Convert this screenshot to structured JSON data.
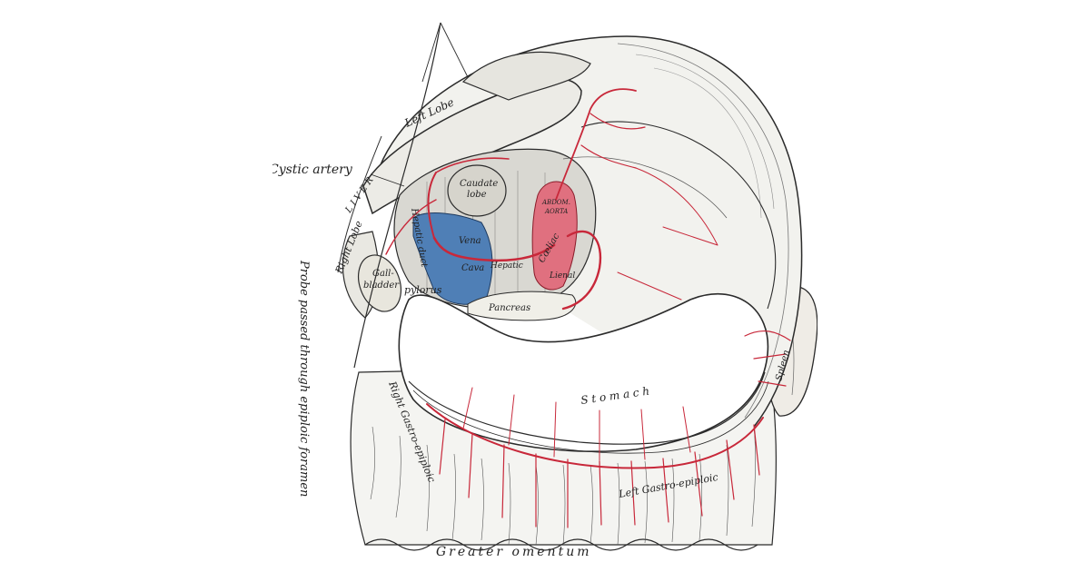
{
  "colors": {
    "ink": "#2b2b2b",
    "artery": "#c8283a",
    "aorta": "#e0707f",
    "vena_cava": "#4f7fb6",
    "background": "#ffffff"
  },
  "labels": {
    "cystic_artery": "Cystic artery",
    "left_lobe": "Left Lobe",
    "liver": "L I V E R",
    "right_lobe": "Right Lobe",
    "hepatic_duct": "Hepatic duct",
    "caudate_lobe_line1": "Caudate",
    "caudate_lobe_line2": "lobe",
    "vena_cava_line1": "Vena",
    "vena_cava_line2": "Cava",
    "abdominal_aorta_line1": "ABDOM.",
    "abdominal_aorta_line2": "AORTA",
    "coeliac": "Cœliac",
    "hepatic": "Hepatic",
    "lienal": "Lienal",
    "gall_bladder_line1": "Gall-",
    "gall_bladder_line2": "bladder",
    "pylorus": "pylorus",
    "pancreas": "Pancreas",
    "stomach": "S t o m a c h",
    "spleen": "Spleen",
    "right_gastro_epiploic": "Right Gastro-epiploic",
    "left_gastro_epiploic": "Left Gastro-epiploic",
    "greater_omentum": "Greater   omentum",
    "probe": "Probe passed through epiploic foramen"
  }
}
